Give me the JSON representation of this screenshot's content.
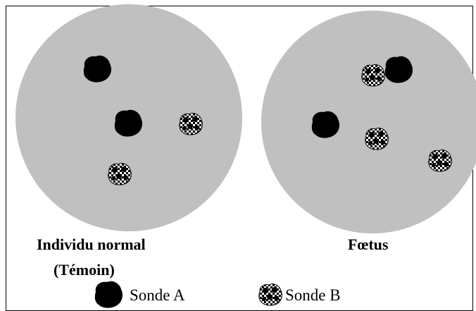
{
  "panels": [
    {
      "label_line1": "Individu normal",
      "label_line2": "(Témoin)",
      "signals": [
        "Sonde A",
        "Sonde A",
        "Sonde B",
        "Sonde B"
      ]
    },
    {
      "label_line1": "Fœtus",
      "signals": [
        "Sonde A",
        "Sonde A",
        "Sonde B",
        "Sonde B",
        "Sonde B"
      ]
    }
  ],
  "legend": {
    "probe_a": "Sonde A",
    "probe_b": "Sonde B"
  },
  "colors": {
    "nucleus": "#c0c0c0",
    "probe_a": "#000000",
    "probe_b_dark": "#000000",
    "probe_b_light": "#ffffff",
    "frame": "#000000"
  }
}
